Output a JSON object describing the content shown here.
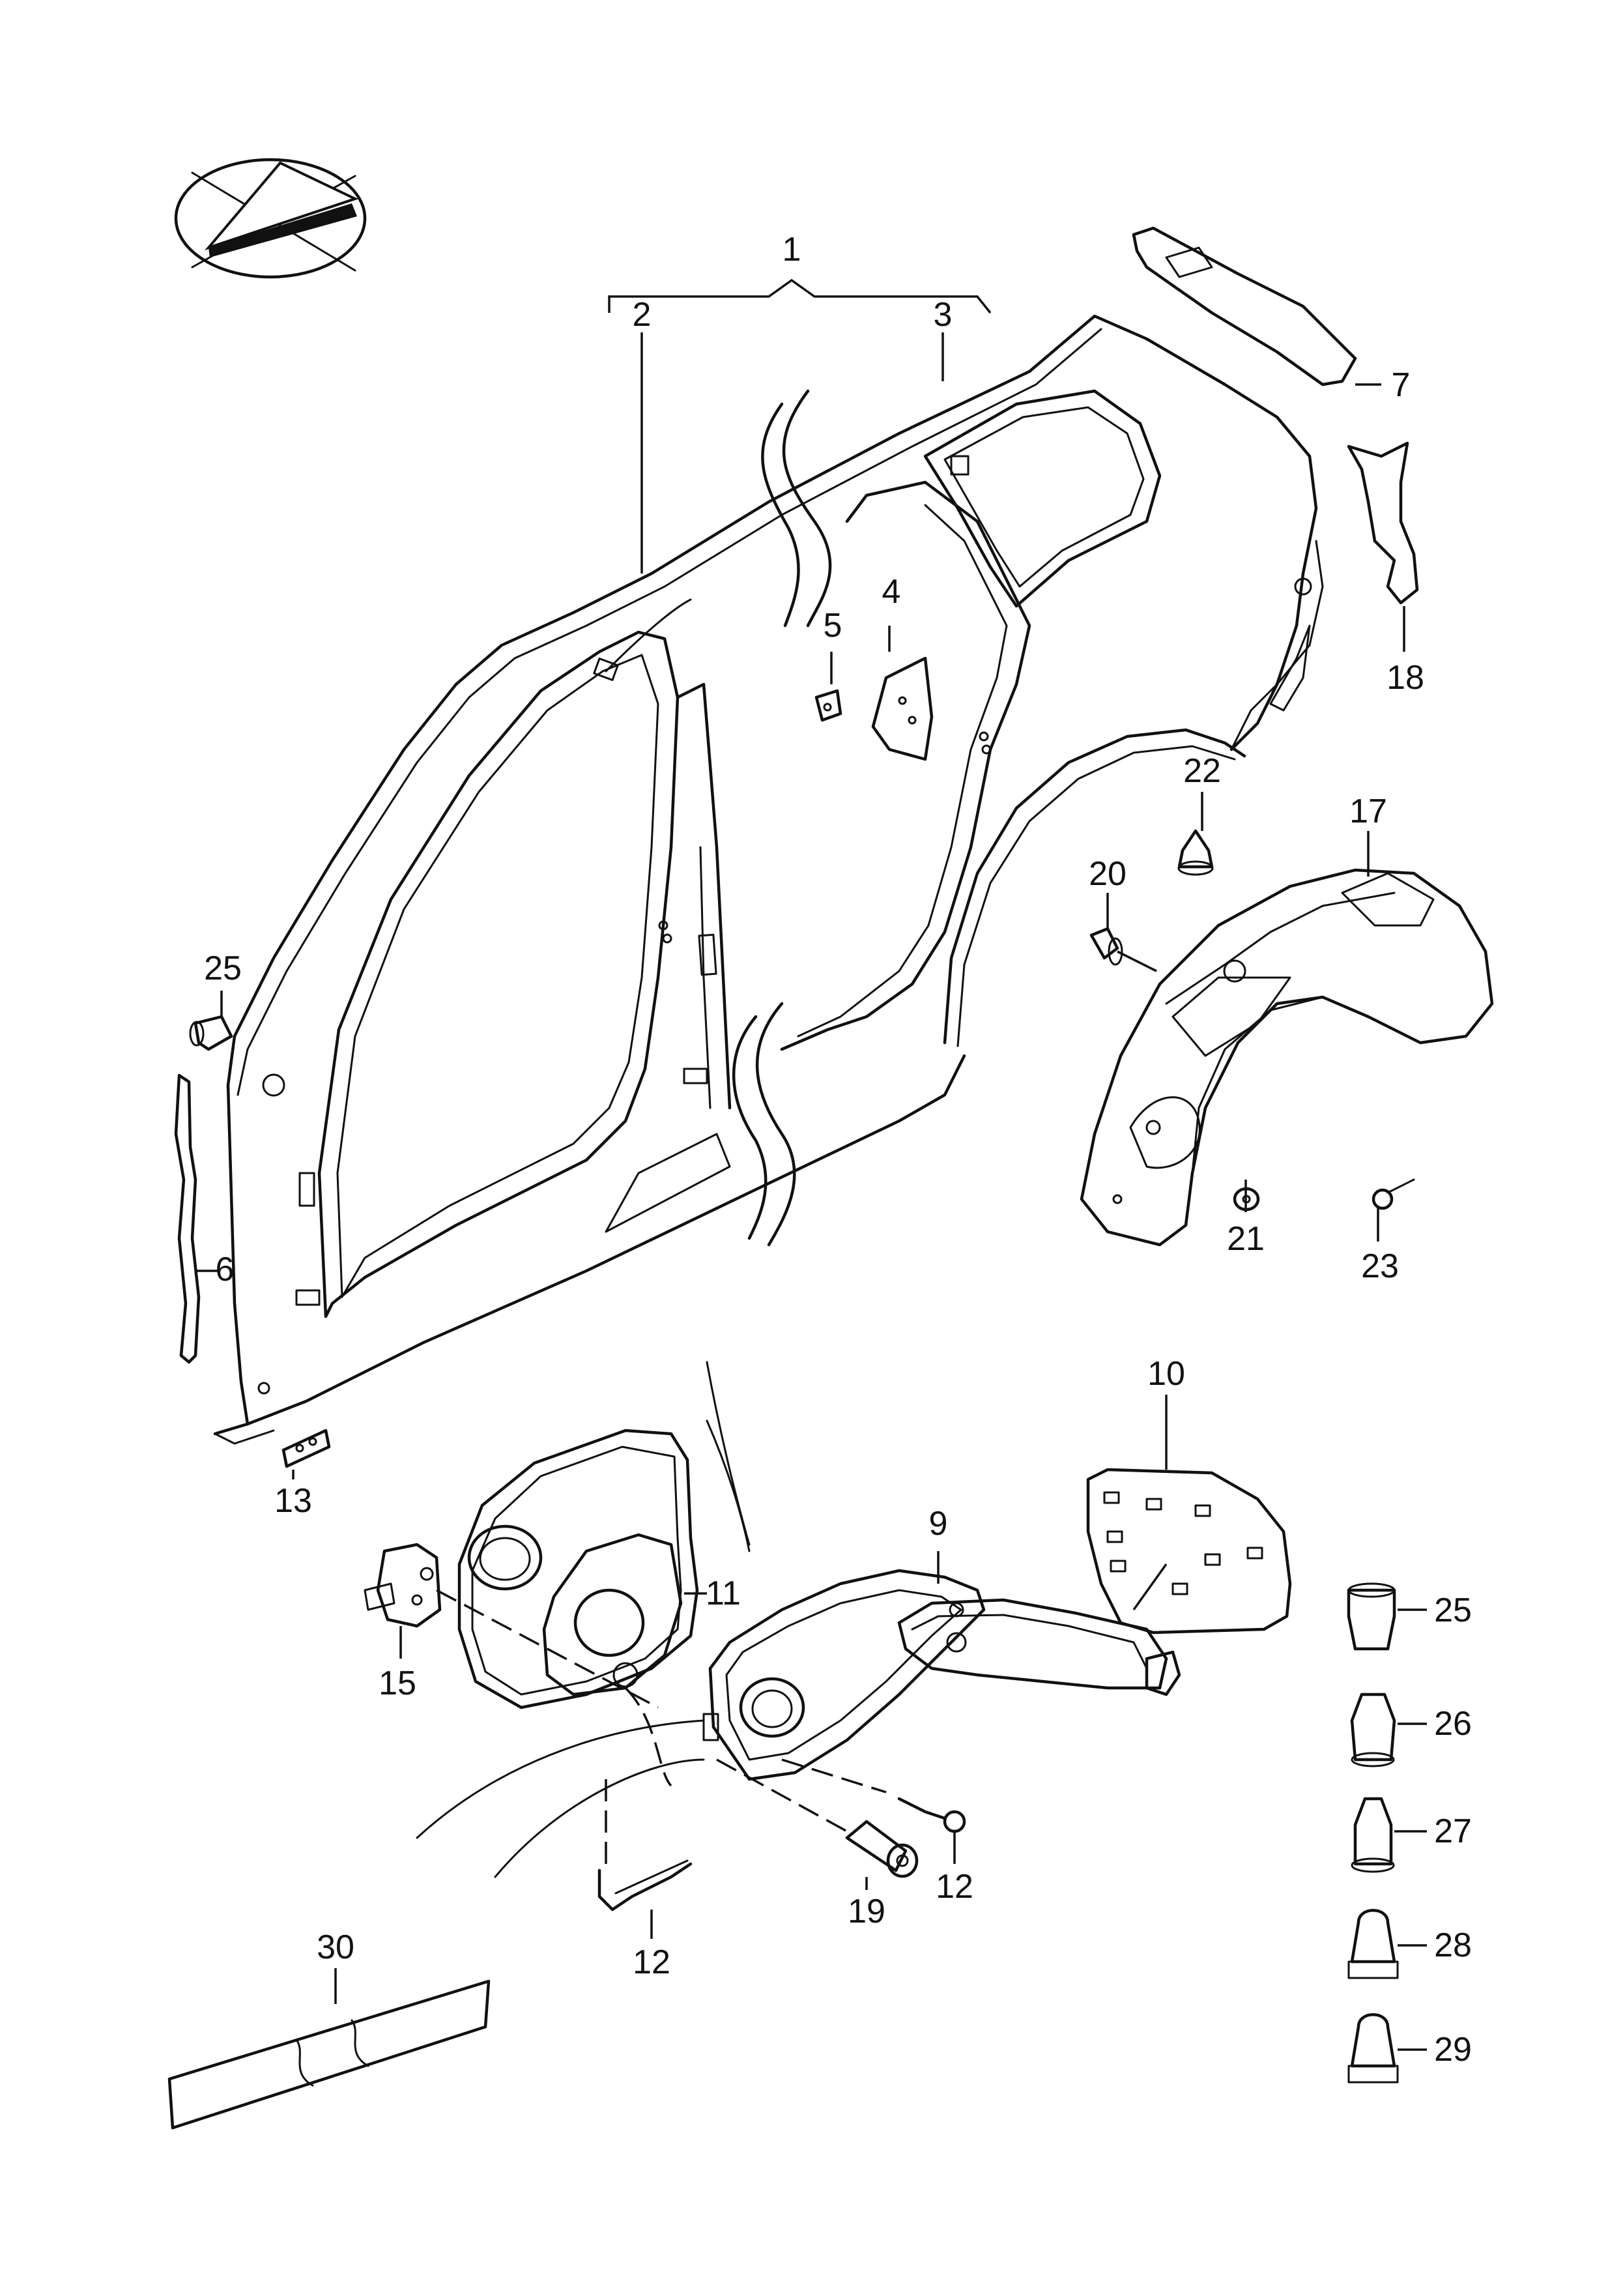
{
  "diagram": {
    "callouts": {
      "c1": "1",
      "c2": "2",
      "c3": "3",
      "c4": "4",
      "c5": "5",
      "c6": "6",
      "c7": "7",
      "c9": "9",
      "c10": "10",
      "c11": "11",
      "c12a": "12",
      "c12b": "12",
      "c13": "13",
      "c15": "15",
      "c17": "17",
      "c18": "18",
      "c19": "19",
      "c20": "20",
      "c21": "21",
      "c22": "22",
      "c23": "23",
      "c25a": "25",
      "c25b": "25",
      "c26": "26",
      "c27": "27",
      "c28": "28",
      "c29": "29",
      "c30": "30"
    },
    "icons": {
      "orientation": "orientation-view-icon"
    }
  }
}
